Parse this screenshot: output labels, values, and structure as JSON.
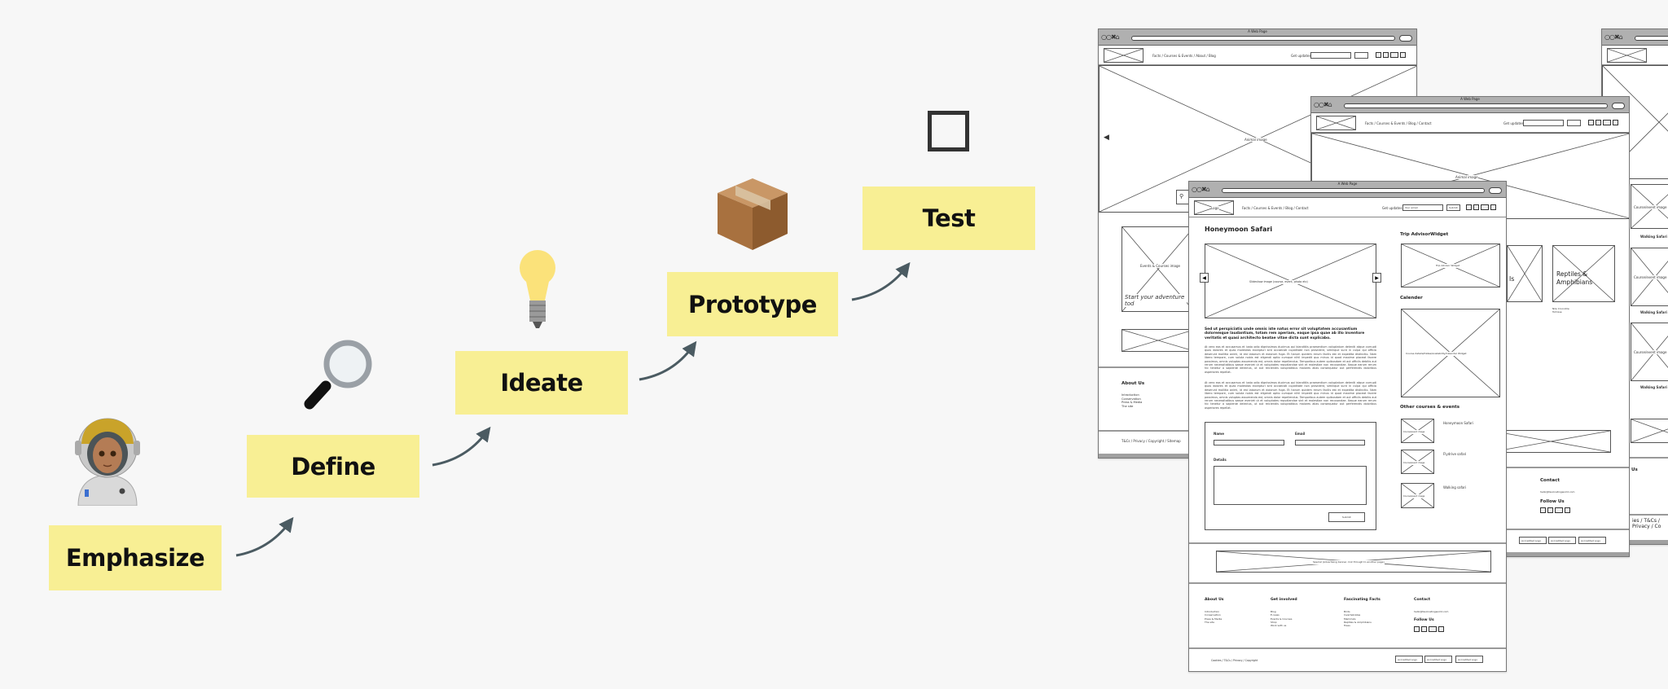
{
  "steps": [
    {
      "label": "Emphasize",
      "icon": "astronaut-icon"
    },
    {
      "label": "Define",
      "icon": "magnifying-glass-icon"
    },
    {
      "label": "Ideate",
      "icon": "light-bulb-icon"
    },
    {
      "label": "Prototype",
      "icon": "package-icon"
    },
    {
      "label": "Test",
      "icon": "empty-square-icon"
    }
  ],
  "colors": {
    "step_fill": "#f8ef94",
    "arrow": "#4b5b62",
    "background": "#f7f7f7"
  },
  "wireframes": {
    "window_title": "A Web Page",
    "nav_glyphs": "○○✖⌂",
    "get_updates": "Get updates",
    "email_placeholder": "Your email",
    "submit": "Submit",
    "back_left": {
      "nav": "Facts / Courses & Events / About / Blog",
      "hero": "Animal image",
      "card": "Events & Courses image",
      "card_caption": "Start your adventure tod",
      "footer_heading": "About Us",
      "footer_links": "Introduction\nConservation\nPress & Media\nThe site",
      "bottom_links": "T&Cs / Privacy / Copyright / Sitemap"
    },
    "back_middle": {
      "nav": "Facts / Courses & Events / Blog / Contact",
      "hero": "Animal image",
      "card_partial": "ls",
      "card_title": "Reptiles & Amphibians",
      "card_sub": "Nile Crocodile\nTortoise",
      "contact": "Contact",
      "email": "hello@fascinatingworld.com",
      "follow": "Follow Us",
      "partner": "Accredited Logo"
    },
    "back_right": {
      "item": "Walking Safari",
      "thumb": "Course/event image",
      "footer_partial": "Us",
      "bottom_partial": "ies / T&Cs / Privacy / Co"
    },
    "front": {
      "nav": "Facts / Courses & Events / Blog / Contact",
      "logo": "Logo",
      "title": "Honeymoon Safari",
      "slideshow": "Slideshow image (course, event, photo etc)",
      "lead": "Sed ut perspiciatis unde omnis iste natus error sit voluptatem accusantium doloremque laudantium, totam rem aperiam, eaque ipsa quae ab illo inventore veritatis et quasi architecto beatae vitae dicta sunt explicabo.",
      "body1": "At vero eos et accusamus et iusto odio dignissimos ducimus qui blanditiis praesentium voluptatum deleniti atque corrupti quos dolores et quas molestias excepturi sint occaecati cupiditate non provident, similique sunt in culpa qui officia deserunt mollitia animi, id est laborum et dolorum fuga. Et harum quidem rerum facilis est et expedita distinctio. Nam libero tempore, cum soluta nobis est eligendi optio cumque nihil impedit quo minus id quod maxime placeat facere possimus, omnis voluptas assumenda est, omnis dolor repellendus. Temporibus autem quibusdam et aut officiis debitis aut rerum necessitatibus saepe eveniet ut et voluptates repudiandae sint et molestiae non recusandae. Itaque earum rerum hic tenetur a sapiente delectus, ut aut reiciendis voluptatibus maiores alias consequatur aut perferendis doloribus asperiores repellat.",
      "body2": "At vero eos et accusamus et iusto odio dignissimos ducimus qui blanditiis praesentium voluptatum deleniti atque corrupti quos dolores et quas molestias excepturi sint occaecati cupiditate non provident, similique sunt in culpa qui officia deserunt mollitia animi, id est laborum et dolorum fuga. Et harum quidem rerum facilis est et expedita distinctio. Nam libero tempore, cum soluta nobis est eligendi optio cumque nihil impedit quo minus id quod maxime placeat facere possimus, omnis voluptas assumenda est, omnis dolor repellendus. Temporibus autem quibusdam et aut officiis debitis aut rerum necessitatibus saepe eveniet ut et voluptates repudiandae sint et molestiae non recusandae. Itaque earum rerum hic tenetur a sapiente delectus, ut aut reiciendis voluptatibus maiores alias consequatur aut perferendis doloribus asperiores repellat.",
      "form": {
        "name": "Name",
        "email": "Email",
        "details": "Details",
        "submit": "Submit"
      },
      "trip_heading": "Trip AdvisorWidget",
      "trip_widget": "Trip Advisor Widget",
      "calendar_heading": "Calender",
      "calendar_widget": "Course details/Dates/Availability/Calendar Widget",
      "other_heading": "Other courses & events",
      "other_items": [
        {
          "label": "Honeymoon Safari",
          "thumb": "Course/event image"
        },
        {
          "label": "Flydrive safari",
          "thumb": "Course/event image"
        },
        {
          "label": "Walking safari",
          "thumb": "Course/event image"
        }
      ],
      "banner": "Special (Advertising banner, link through to another page)",
      "footer": [
        {
          "heading": "About Us",
          "links": "Introduction\nConservation\nPress & Media\nThe site"
        },
        {
          "heading": "Get involved",
          "links": "Blog\nE-news\nEvents & Courses\nShop\nWork with us"
        },
        {
          "heading": "Fascinating Facts",
          "links": "Birds\nInvertebrates\nMammals\nReptiles & Amphibians\nTrees"
        },
        {
          "heading": "Contact",
          "links": "hello@fascinatingworld.com"
        }
      ],
      "follow": "Follow Us",
      "bottom_links": "Cookies / T&Cs / Privacy / Copyright",
      "partner": "Accredited Logo"
    }
  }
}
